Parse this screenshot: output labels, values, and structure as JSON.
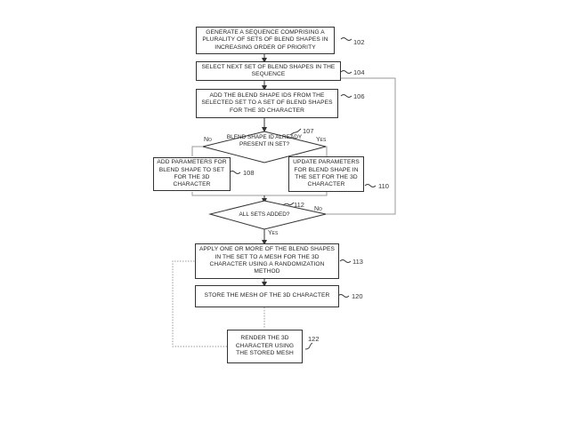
{
  "steps": {
    "s102": {
      "text": "Generate a sequence comprising a plurality of sets of blend shapes in increasing order of priority",
      "ref": "102"
    },
    "s104": {
      "text": "Select next set of blend shapes in the sequence",
      "ref": "104"
    },
    "s106": {
      "text": "Add the blend shape IDs from the selected set to a set of blend shapes for the 3D character",
      "ref": "106"
    },
    "s107": {
      "text": "Blend shape ID already present in set?",
      "ref": "107",
      "no": "No",
      "yes": "Yes"
    },
    "s108": {
      "text": "Add parameters for blend shape to set for the 3D character",
      "ref": "108"
    },
    "s110": {
      "text": "Update parameters for blend shape in the set for the 3D character",
      "ref": "110"
    },
    "s112": {
      "text": "All sets added?",
      "ref": "112",
      "no": "No",
      "yes": "Yes"
    },
    "s113": {
      "text": "Apply one or more of the blend shapes in the set to a mesh for the 3D character using a randomization method",
      "ref": "113"
    },
    "s120": {
      "text": "Store the mesh of the 3D character",
      "ref": "120"
    },
    "s122": {
      "text": "Render the 3D character using the stored mesh",
      "ref": "122"
    }
  }
}
